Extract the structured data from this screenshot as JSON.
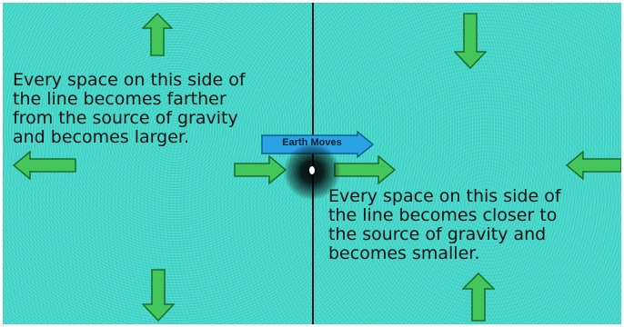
{
  "caption_left": {
    "lines": [
      "Every space on this side of",
      "the line becomes farther",
      "from the source of gravity",
      "and becomes larger."
    ]
  },
  "caption_right": {
    "lines": [
      "Every space on this side of",
      "the line becomes closer to",
      "the source of gravity and",
      "becomes smaller."
    ]
  },
  "earth_banner": {
    "label": "Earth Moves"
  },
  "colors": {
    "background": "#3fd6c8",
    "arrow_fill": "#43c65a",
    "arrow_stroke": "#1d6b2c",
    "banner_fill": "#2aa3e6",
    "divider": "#111111"
  },
  "icons": {
    "space_arrow": "green-block-arrow",
    "banner": "blue-block-arrow",
    "mass": "black-hole"
  }
}
